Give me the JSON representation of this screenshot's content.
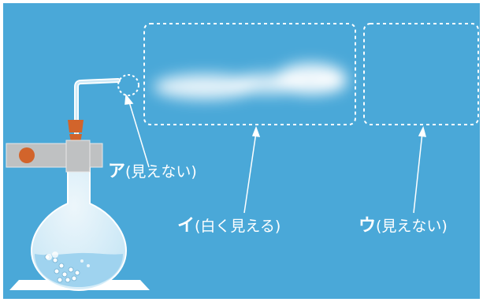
{
  "colors": {
    "background": "#4aa8d8",
    "frame": "#ffffff",
    "dashed_outline": "#ffffff",
    "glass": "#dff1fa",
    "liquid": "#9fd3ef",
    "stopper": "#d2642b",
    "clamp": "#bfc1c2",
    "label_text": "#ffffff"
  },
  "labels": {
    "a": {
      "letter": "ア",
      "text": "(見えない)"
    },
    "i": {
      "letter": "イ",
      "text": "(白く見える)"
    },
    "u": {
      "letter": "ウ",
      "text": "(見えない)"
    }
  },
  "icons": [
    "flask-icon",
    "clamp-icon",
    "stopper-icon",
    "steam-cloud-icon",
    "arrow-icon"
  ]
}
